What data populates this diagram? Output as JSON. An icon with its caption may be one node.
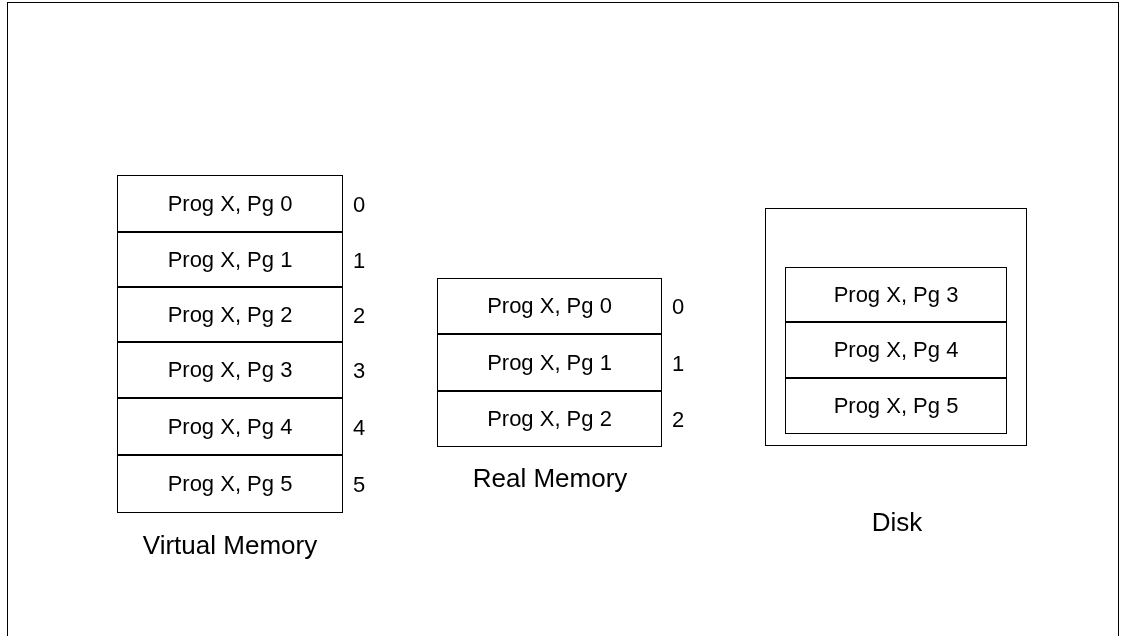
{
  "diagram": {
    "nodes": [
      {
        "text": [
          "Prog X, Pg 0"
        ],
        "beside": [
          "0"
        ]
      },
      {
        "text": [
          "Prog X, Pg 1"
        ],
        "beside": [
          "1"
        ]
      },
      {
        "text": [
          "Prog X, Pg 2"
        ],
        "beside": [
          "2"
        ]
      },
      {
        "text": [
          "Prog X, Pg 3"
        ],
        "beside": [
          "3"
        ]
      },
      {
        "text": [
          "Prog X, Pg 4"
        ],
        "beside": [
          "4"
        ]
      },
      {
        "text": [
          "Prog X, Pg 5"
        ],
        "beside": [
          "5"
        ]
      },
      {
        "text": [
          "Prog X, Pg 0"
        ],
        "beside": [
          "0"
        ]
      },
      {
        "text": [
          "Prog X, Pg 1"
        ],
        "beside": [
          "1"
        ]
      },
      {
        "text": [
          "Prog X, Pg 2"
        ],
        "beside": [
          "2"
        ]
      },
      {
        "text": [
          "Disk"
        ]
      },
      {
        "text": [
          "Prog X, Pg 3"
        ],
        "in": 9
      },
      {
        "text": [
          "Prog X, Pg 4"
        ],
        "in": 9
      },
      {
        "text": [
          "Prog X, Pg 5"
        ],
        "in": 9
      }
    ],
    "edges": [],
    "labels": [
      "Virtual Memory",
      "Real Memory"
    ]
  }
}
